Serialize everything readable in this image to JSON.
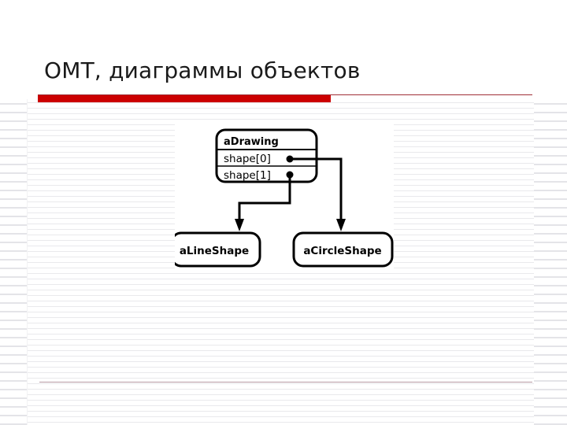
{
  "slide": {
    "title": "OMT, диаграммы объектов",
    "accent_color": "#cc0000",
    "rule_color": "#a03038",
    "lower_rule_color": "#b79aa4",
    "background_color": "#ffffff"
  },
  "figure": {
    "name": "omt-object-diagram",
    "stroke_color": "#000000",
    "fill_color": "#ffffff",
    "objects": [
      {
        "id": "aDrawing",
        "name": "aDrawing",
        "attributes": [
          "shape[0]",
          "shape[1]"
        ]
      },
      {
        "id": "aLineShape",
        "name": "aLineShape",
        "attributes": []
      },
      {
        "id": "aCircleShape",
        "name": "aCircleShape",
        "attributes": []
      }
    ],
    "links": [
      {
        "from": "aDrawing.shape[0]",
        "to": "aCircleShape"
      },
      {
        "from": "aDrawing.shape[1]",
        "to": "aLineShape"
      }
    ]
  }
}
